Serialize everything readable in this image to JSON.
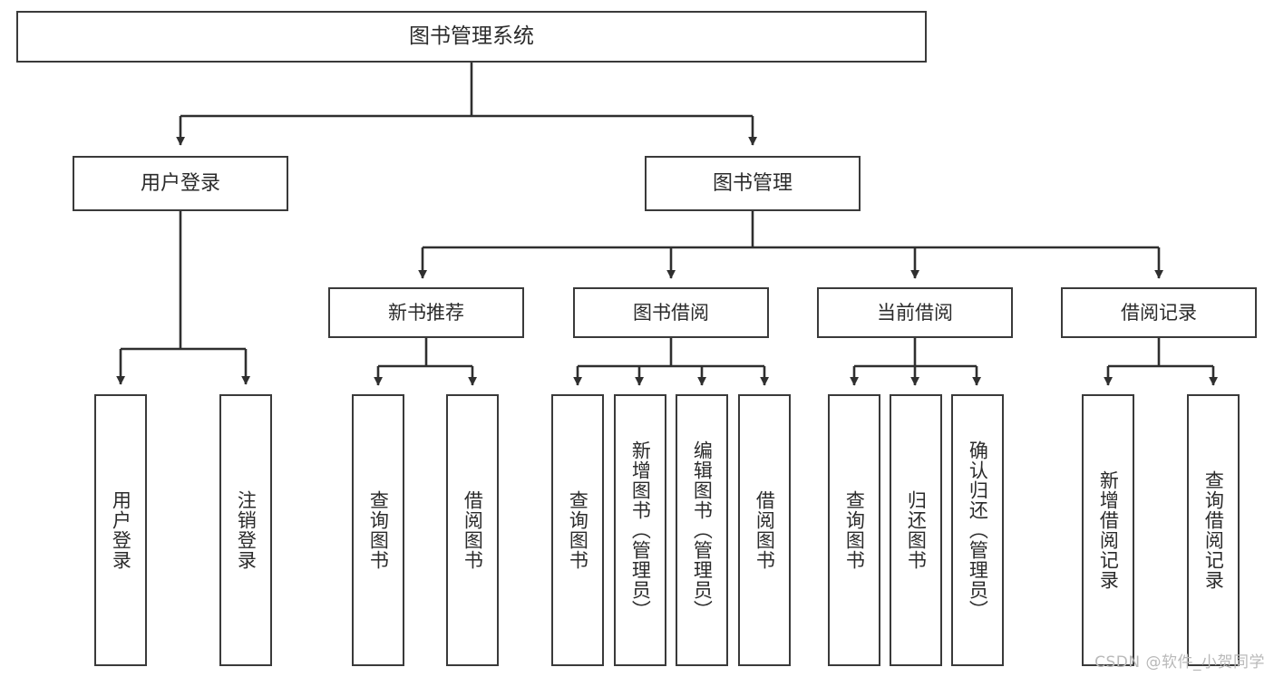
{
  "diagram": {
    "title": "图书管理系统",
    "type": "tree-hierarchy",
    "stroke_color": "#3a3a3a",
    "fill_color": "#ffffff",
    "text_color": "#2b2b2b",
    "root": {
      "label": "图书管理系统"
    },
    "level2": [
      {
        "label": "用户登录"
      },
      {
        "label": "图书管理"
      }
    ],
    "level3": [
      {
        "label": "新书推荐"
      },
      {
        "label": "图书借阅"
      },
      {
        "label": "当前借阅"
      },
      {
        "label": "借阅记录"
      }
    ],
    "leaves": {
      "user_login": [
        {
          "label": "用户登录"
        },
        {
          "label": "注销登录"
        }
      ],
      "new_book": [
        {
          "label": "查询图书"
        },
        {
          "label": "借阅图书"
        }
      ],
      "book_borrow": [
        {
          "label": "查询图书"
        },
        {
          "label": "新增图书（管理员）"
        },
        {
          "label": "编辑图书（管理员）"
        },
        {
          "label": "借阅图书"
        }
      ],
      "current_borrow": [
        {
          "label": "查询图书"
        },
        {
          "label": "归还图书"
        },
        {
          "label": "确认归还（管理员）"
        }
      ],
      "borrow_record": [
        {
          "label": "新增借阅记录"
        },
        {
          "label": "查询借阅记录"
        }
      ]
    }
  },
  "watermark": {
    "text": "CSDN @软件_小贺同学"
  }
}
